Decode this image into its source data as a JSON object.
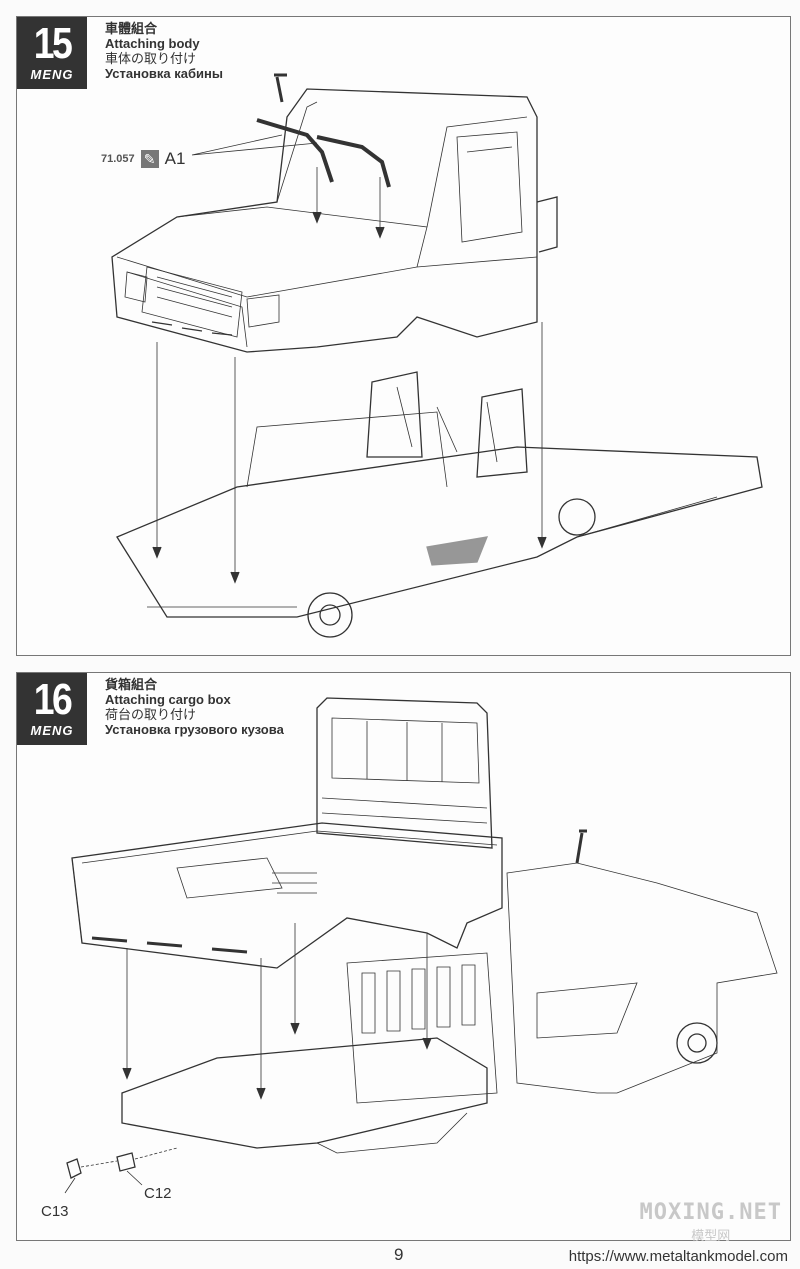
{
  "brand": "MENG",
  "steps": [
    {
      "number": "15",
      "title_zh": "車體組合",
      "title_en": "Attaching body",
      "title_ja": "車体の取り付け",
      "title_ru": "Установка кабины",
      "paint_code": "71.057",
      "paint_icon": "brush-icon",
      "parts": [
        "A1"
      ]
    },
    {
      "number": "16",
      "title_zh": "貨箱組合",
      "title_en": "Attaching cargo box",
      "title_ja": "荷台の取り付け",
      "title_ru": "Установка грузового кузова",
      "parts": [
        "C12",
        "C13"
      ]
    }
  ],
  "watermark": {
    "en": "MOXING.NET",
    "zh": "模型网"
  },
  "footer": {
    "page_number": "9",
    "url": "https://www.metaltankmodel.com"
  }
}
